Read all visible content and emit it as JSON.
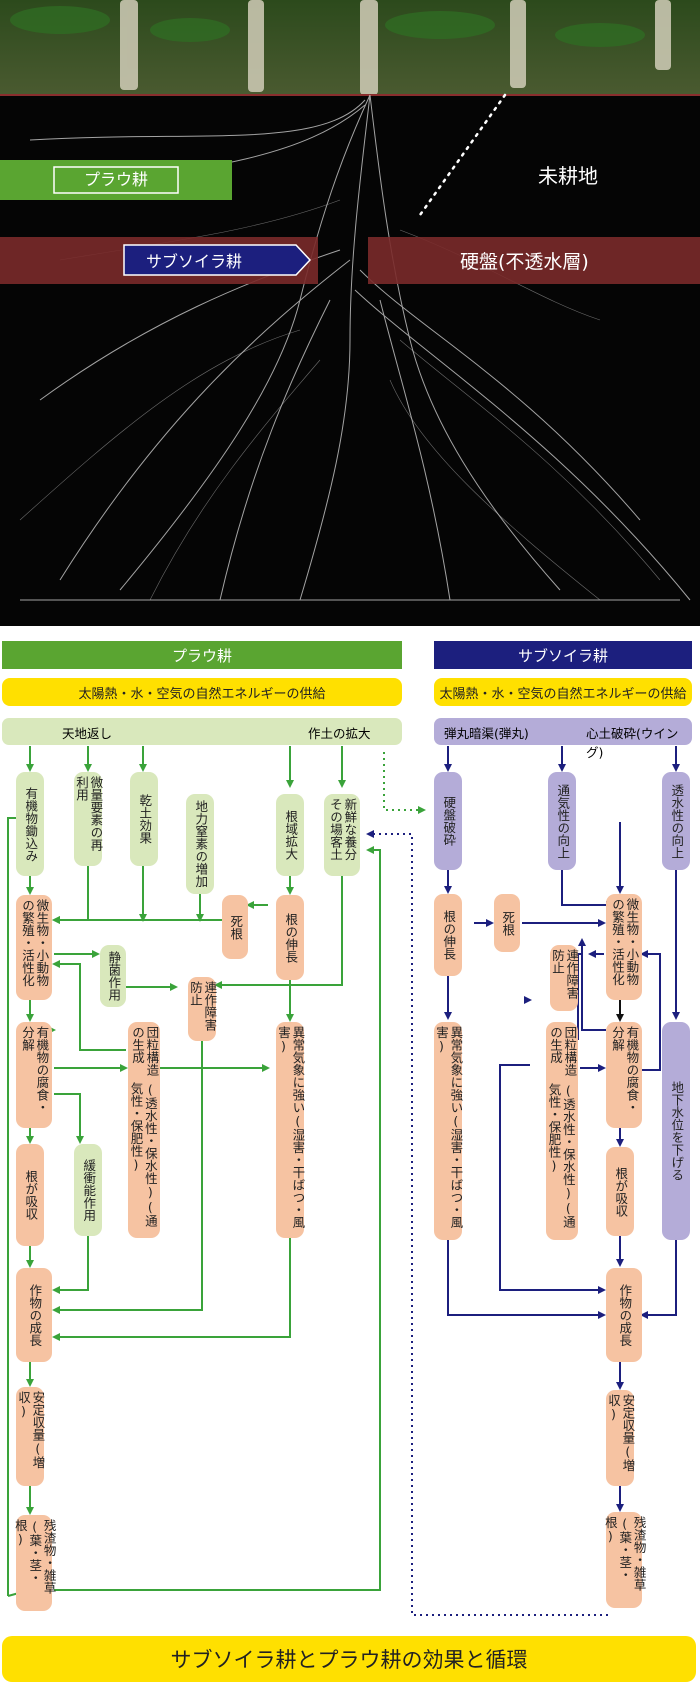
{
  "photo": {
    "label_plow": "プラウ耕",
    "label_unplowed": "未耕地",
    "label_subsoiler": "サブソイラ耕",
    "label_hardpan": "硬盤(不透水層)"
  },
  "left": {
    "header": "プラウ耕",
    "energy": "太陽熱・水・空気の自然エネルギーの供給",
    "bar_left": "天地返し",
    "bar_right": "作土の拡大",
    "nodes": {
      "organic_plow_in": "有機物鋤込み",
      "micro_elements": "微量要素の再利用",
      "dry_soil": "乾土効果",
      "n_increase": "地力窒素の増加",
      "root_zone": "根域拡大",
      "fresh_soil": "新鮮な養分その場客土",
      "micro_org": "微生物・小動物の繁殖・活性化",
      "dead_roots": "死根",
      "root_growth": "根の伸長",
      "bacteriostatic": "静菌作用",
      "rotation_prevent": "連作障害防止",
      "decompose": "有機物の腐食・分解",
      "aggregate": "団粒構造の生成",
      "aggregate_sub": "(透水性・保水性)(通気性・保肥性)",
      "resist": "異常気象に強い(湿害・干ばつ・風害)",
      "buffer": "緩衝能作用",
      "absorb": "根が吸収",
      "crop_growth": "作物の成長",
      "stable_yield": "安定収量(増収)",
      "residue": "残渣物・雑草(葉・茎・根)"
    }
  },
  "right": {
    "header": "サブソイラ耕",
    "energy": "太陽熱・水・空気の自然エネルギーの供給",
    "bar_left": "弾丸暗渠(弾丸)",
    "bar_right": "心土破砕(ウイング)",
    "nodes": {
      "hardpan_break": "硬盤破砕",
      "aeration": "通気性の向上",
      "permeability": "透水性の向上",
      "root_growth": "根の伸長",
      "dead_roots": "死根",
      "micro_org": "微生物・小動物の繁殖・活性化",
      "rotation_prevent": "連作障害防止",
      "resist": "異常気象に強い(湿害・干ばつ・風害)",
      "aggregate": "団粒構造の生成",
      "aggregate_sub": "(透水性・保水性)(通気性・保肥性)",
      "decompose": "有機物の腐食・分解",
      "water_table": "地下水位を下げる",
      "absorb": "根が吸収",
      "crop_growth": "作物の成長",
      "stable_yield": "安定収量(増収)",
      "residue": "残渣物・雑草(葉・茎・根)"
    }
  },
  "footer": "サブソイラ耕とプラウ耕の効果と循環",
  "colors": {
    "green_header": "#5aa531",
    "navy_header": "#1c1f7e",
    "yellow": "#ffe000",
    "node_green": "#d9e8bc",
    "node_orange": "#f6c3a2",
    "node_purple": "#b4acd8",
    "arrow_green": "#3aa33a",
    "arrow_navy": "#1c1f7e",
    "hardpan_red": "#7a2a2a"
  }
}
